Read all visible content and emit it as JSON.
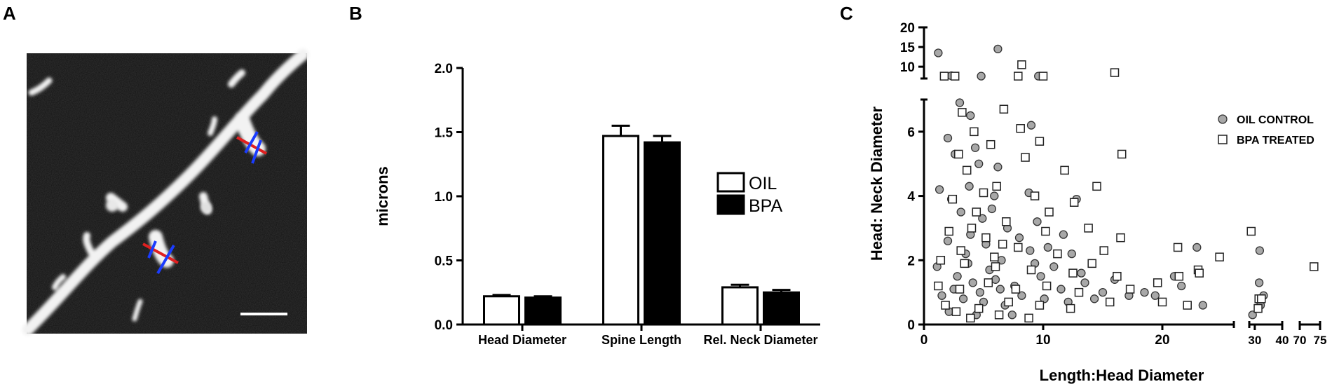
{
  "panels": {
    "a": {
      "letter": "A"
    },
    "b": {
      "letter": "B"
    },
    "c": {
      "letter": "C"
    }
  },
  "chart_data": [
    {
      "type": "bar",
      "panel": "B",
      "categories": [
        "Head Diameter",
        "Spine Length",
        "Rel. Neck Diameter"
      ],
      "ylabel": "microns",
      "ylim": [
        0,
        2.0
      ],
      "yticks": [
        "0.0",
        "0.5",
        "1.0",
        "1.5",
        "2.0"
      ],
      "legend_position": "right",
      "series": [
        {
          "name": "OIL",
          "fill": "#ffffff",
          "values": [
            0.22,
            1.47,
            0.29
          ],
          "errors": [
            0.01,
            0.08,
            0.02
          ]
        },
        {
          "name": "BPA",
          "fill": "#000000",
          "values": [
            0.21,
            1.42,
            0.25
          ],
          "errors": [
            0.01,
            0.05,
            0.02
          ]
        }
      ]
    },
    {
      "type": "scatter",
      "panel": "C",
      "xlabel": "Length:Head Diameter",
      "ylabel": "Head: Neck Diameter",
      "x_segments": [
        {
          "range": [
            0,
            26
          ],
          "ticks": [
            "0",
            "10",
            "20"
          ]
        },
        {
          "range": [
            28,
            40
          ],
          "ticks": [
            "30",
            "40"
          ]
        },
        {
          "range": [
            70,
            75
          ],
          "ticks": [
            "70",
            "75"
          ]
        }
      ],
      "y_segments": [
        {
          "range": [
            0,
            7
          ],
          "ticks": [
            "0",
            "2",
            "4",
            "6"
          ]
        },
        {
          "range": [
            7,
            20
          ],
          "ticks": [
            "10",
            "15",
            "20"
          ]
        }
      ],
      "legend_position": "right",
      "series": [
        {
          "name": "OIL CONTROL",
          "marker": "circle",
          "color": "#a8a8a8",
          "points": [
            [
              1.2,
              13.5
            ],
            [
              6.2,
              14.5
            ],
            [
              2.3,
              7.7
            ],
            [
              4.8,
              7.6
            ],
            [
              9.6,
              7.6
            ],
            [
              3.0,
              6.9
            ],
            [
              3.9,
              6.5
            ],
            [
              2.0,
              5.8
            ],
            [
              4.3,
              5.5
            ],
            [
              9.0,
              6.2
            ],
            [
              2.6,
              5.3
            ],
            [
              4.6,
              5.0
            ],
            [
              6.2,
              4.9
            ],
            [
              3.8,
              4.3
            ],
            [
              5.9,
              4.0
            ],
            [
              8.8,
              4.1
            ],
            [
              1.3,
              4.2
            ],
            [
              2.3,
              3.9
            ],
            [
              3.1,
              3.5
            ],
            [
              4.9,
              3.3
            ],
            [
              7.0,
              3.0
            ],
            [
              9.5,
              3.2
            ],
            [
              11.7,
              2.8
            ],
            [
              12.8,
              3.9
            ],
            [
              10.4,
              2.4
            ],
            [
              2.0,
              2.6
            ],
            [
              3.5,
              2.2
            ],
            [
              6.5,
              2.0
            ],
            [
              8.9,
              2.3
            ],
            [
              12.4,
              2.2
            ],
            [
              16.0,
              1.4
            ],
            [
              1.1,
              1.8
            ],
            [
              2.8,
              1.5
            ],
            [
              4.1,
              1.3
            ],
            [
              5.5,
              1.7
            ],
            [
              7.6,
              1.2
            ],
            [
              9.8,
              1.5
            ],
            [
              11.5,
              1.1
            ],
            [
              13.5,
              1.3
            ],
            [
              15.0,
              1.0
            ],
            [
              17.2,
              0.9
            ],
            [
              1.5,
              0.9
            ],
            [
              3.3,
              0.8
            ],
            [
              5.0,
              0.7
            ],
            [
              6.8,
              0.6
            ],
            [
              8.2,
              0.9
            ],
            [
              10.1,
              0.8
            ],
            [
              12.1,
              0.7
            ],
            [
              14.3,
              0.8
            ],
            [
              18.5,
              1.0
            ],
            [
              21.0,
              1.5
            ],
            [
              22.9,
              2.4
            ],
            [
              23.4,
              0.6
            ],
            [
              21.6,
              1.2
            ],
            [
              19.4,
              0.9
            ],
            [
              2.1,
              0.4
            ],
            [
              4.4,
              0.3
            ],
            [
              7.4,
              0.3
            ],
            [
              9.3,
              1.9
            ],
            [
              6.0,
              1.4
            ],
            [
              3.7,
              1.9
            ],
            [
              5.2,
              2.5
            ],
            [
              8.0,
              2.7
            ],
            [
              10.9,
              1.8
            ],
            [
              13.2,
              1.6
            ],
            [
              31.8,
              2.3
            ],
            [
              31.6,
              1.3
            ],
            [
              33.2,
              0.9
            ],
            [
              29.2,
              0.3
            ],
            [
              32.1,
              0.6
            ],
            [
              2.5,
              1.1
            ],
            [
              4.7,
              1.0
            ],
            [
              6.4,
              1.1
            ],
            [
              3.9,
              2.8
            ],
            [
              5.7,
              3.6
            ]
          ]
        },
        {
          "name": "BPA TREATED",
          "marker": "square",
          "color": "#ffffff",
          "points": [
            [
              8.2,
              10.5
            ],
            [
              7.9,
              7.6
            ],
            [
              10.0,
              7.6
            ],
            [
              16.0,
              8.5
            ],
            [
              1.7,
              7.6
            ],
            [
              2.6,
              7.6
            ],
            [
              6.7,
              6.7
            ],
            [
              3.2,
              6.6
            ],
            [
              8.1,
              6.1
            ],
            [
              9.7,
              5.7
            ],
            [
              4.2,
              6.0
            ],
            [
              2.9,
              5.3
            ],
            [
              5.6,
              5.6
            ],
            [
              8.5,
              5.2
            ],
            [
              11.8,
              4.8
            ],
            [
              16.6,
              5.3
            ],
            [
              3.6,
              4.8
            ],
            [
              6.1,
              4.3
            ],
            [
              9.3,
              4.0
            ],
            [
              14.5,
              4.3
            ],
            [
              12.6,
              3.8
            ],
            [
              2.4,
              3.9
            ],
            [
              4.4,
              3.5
            ],
            [
              6.9,
              3.2
            ],
            [
              10.5,
              3.5
            ],
            [
              13.8,
              3.0
            ],
            [
              16.5,
              2.7
            ],
            [
              2.1,
              2.9
            ],
            [
              5.2,
              2.7
            ],
            [
              7.9,
              2.4
            ],
            [
              11.2,
              2.2
            ],
            [
              15.1,
              2.3
            ],
            [
              21.3,
              2.4
            ],
            [
              1.4,
              2.0
            ],
            [
              3.4,
              1.9
            ],
            [
              6.0,
              1.8
            ],
            [
              9.0,
              1.7
            ],
            [
              12.5,
              1.6
            ],
            [
              14.1,
              1.9
            ],
            [
              16.2,
              1.5
            ],
            [
              23.0,
              1.7
            ],
            [
              24.8,
              2.1
            ],
            [
              1.2,
              1.2
            ],
            [
              3.0,
              1.1
            ],
            [
              5.4,
              1.3
            ],
            [
              7.7,
              1.1
            ],
            [
              10.3,
              1.2
            ],
            [
              13.0,
              1.0
            ],
            [
              17.3,
              1.1
            ],
            [
              19.6,
              1.3
            ],
            [
              21.4,
              1.5
            ],
            [
              23.1,
              1.6
            ],
            [
              1.8,
              0.6
            ],
            [
              4.6,
              0.5
            ],
            [
              7.1,
              0.7
            ],
            [
              9.7,
              0.6
            ],
            [
              12.3,
              0.5
            ],
            [
              15.6,
              0.7
            ],
            [
              20.0,
              0.7
            ],
            [
              22.1,
              0.6
            ],
            [
              3.9,
              0.2
            ],
            [
              6.3,
              0.3
            ],
            [
              8.8,
              0.2
            ],
            [
              2.7,
              0.4
            ],
            [
              5.9,
              2.1
            ],
            [
              28.7,
              2.9
            ],
            [
              31.5,
              0.8
            ],
            [
              31.2,
              0.5
            ],
            [
              32.4,
              0.8
            ],
            [
              73.5,
              1.8
            ],
            [
              4.0,
              3.0
            ],
            [
              6.6,
              2.5
            ],
            [
              3.1,
              2.3
            ],
            [
              5.0,
              4.1
            ],
            [
              10.2,
              2.9
            ]
          ]
        }
      ]
    }
  ]
}
